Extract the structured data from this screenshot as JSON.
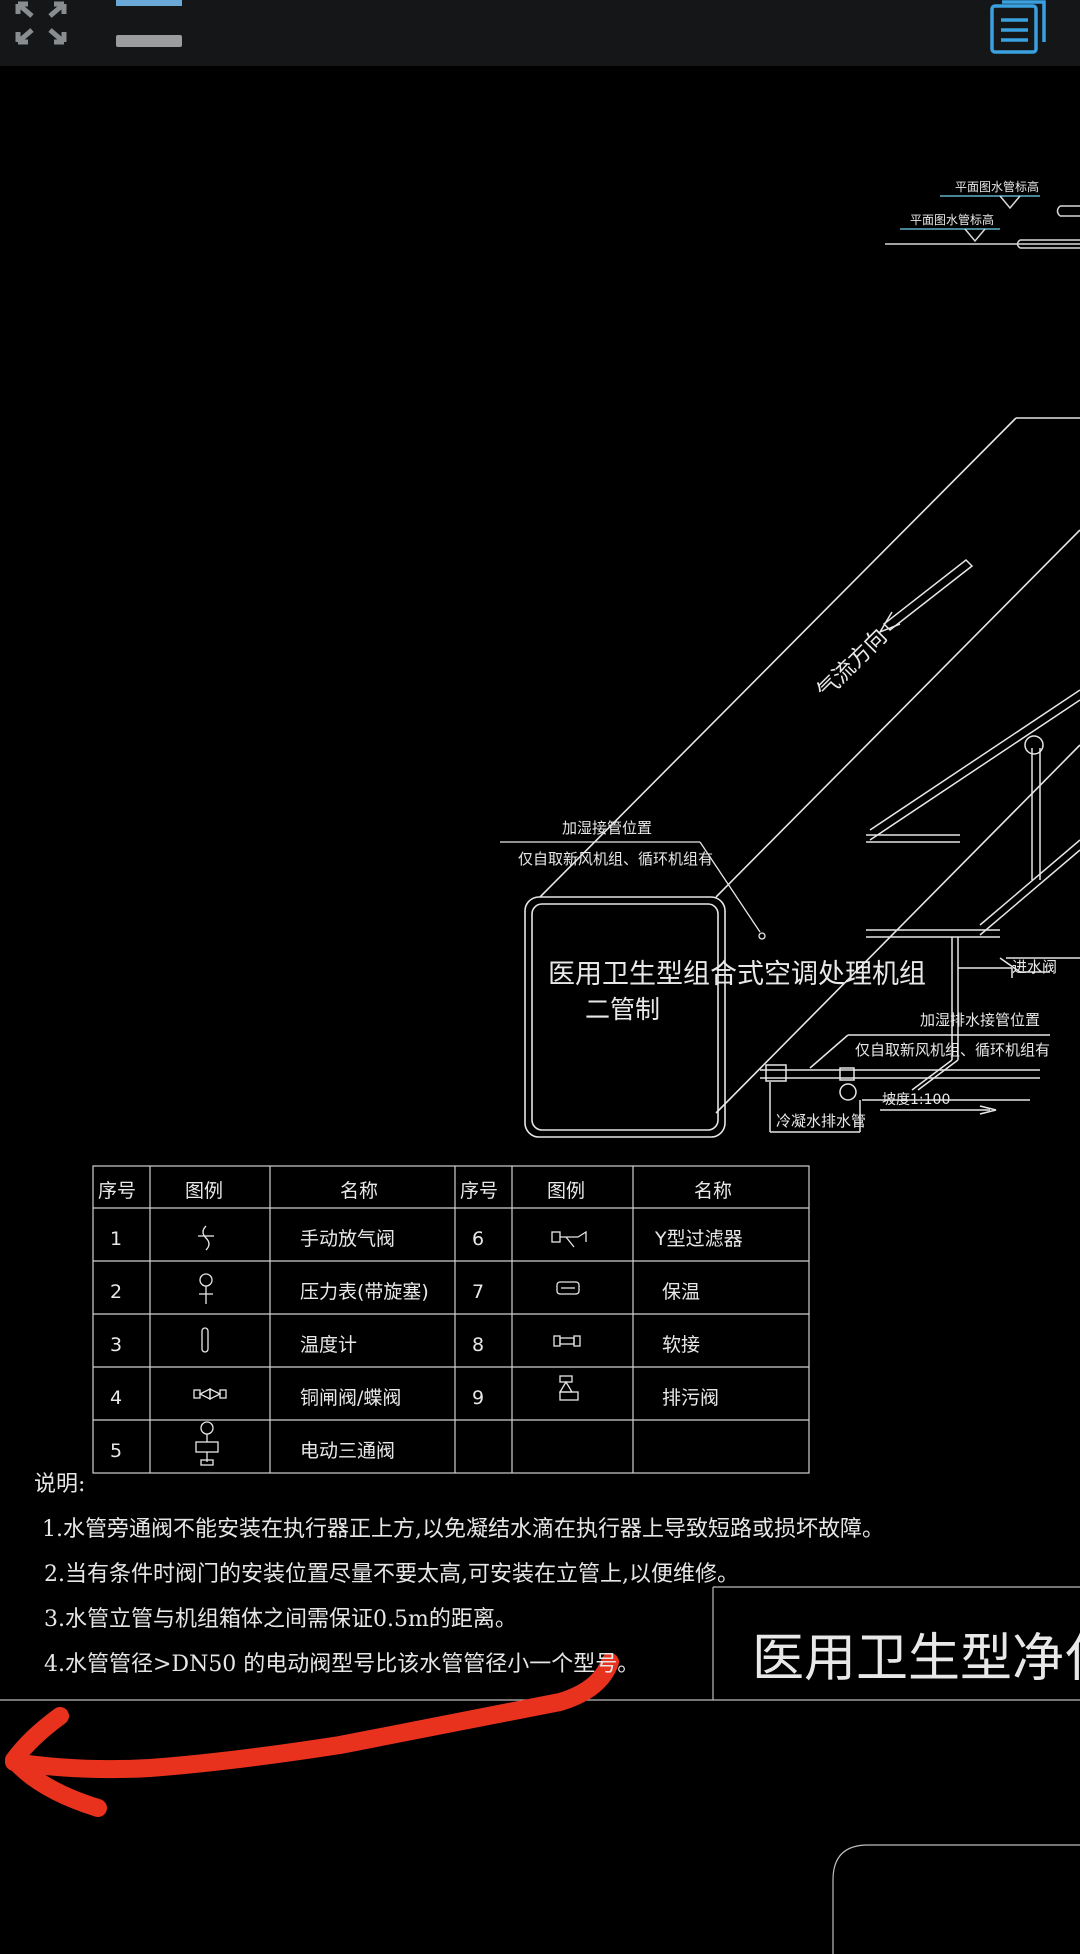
{
  "toolbar": {
    "icons": [
      "expand-arrows-icon",
      "rectangle-icon",
      "minus-icon",
      "document-list-icon"
    ]
  },
  "drawing": {
    "elev_labels": [
      "平面图水管标高",
      "平面图水管标高"
    ],
    "airflow": "气流方向",
    "humid_label_1": "加湿接管位置",
    "humid_label_2": "仅自取新风机组、循环机组有",
    "ahu_title_1": "医用卫生型组合式空调处理机组",
    "ahu_title_2": "二管制",
    "inlet_valve": "进水阀",
    "drain_label_1": "加湿排水接管位置",
    "drain_label_2": "仅自取新风机组、循环机组有",
    "slope": "坡度1:100",
    "condensate": "冷凝水排水管"
  },
  "legend": {
    "headers": [
      "序号",
      "图例",
      "名称",
      "序号",
      "图例",
      "名称"
    ],
    "rows": [
      {
        "n1": "1",
        "name1": "手动放气阀",
        "n2": "6",
        "name2": "Y型过滤器"
      },
      {
        "n1": "2",
        "name1": "压力表(带旋塞)",
        "n2": "7",
        "name2": "保温"
      },
      {
        "n1": "3",
        "name1": "温度计",
        "n2": "8",
        "name2": "软接"
      },
      {
        "n1": "4",
        "name1": "铜闸阀/蝶阀",
        "n2": "9",
        "name2": "排污阀"
      },
      {
        "n1": "5",
        "name1": "电动三通阀",
        "n2": "",
        "name2": ""
      }
    ]
  },
  "notes": {
    "title": "说明:",
    "items": [
      "1.水管旁通阀不能安装在执行器正上方,以免凝结水滴在执行器上导致短路或损坏故障。",
      "2.当有条件时阀门的安装位置尽量不要太高,可安装在立管上,以便维修。",
      "3.水管立管与机组箱体之间需保证0.5m的距离。",
      "4.水管管径>DN50 的电动阀型号比该水管管径小一个型号。"
    ]
  },
  "title_block": {
    "text": "医用卫生型净化机"
  },
  "colors": {
    "background": "#000000",
    "toolbar": "#141618",
    "accent": "#3aa0e0",
    "line": "#e6e6e6",
    "annotation": "#e8321e"
  }
}
